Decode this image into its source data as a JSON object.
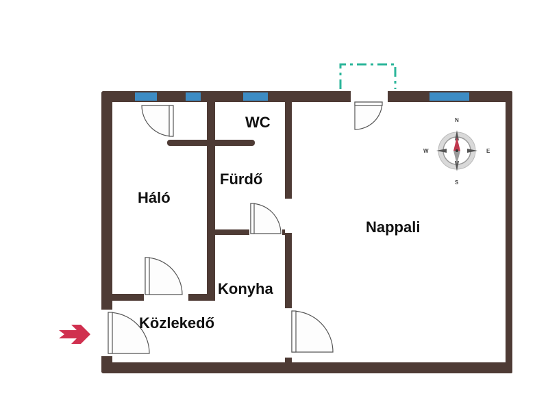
{
  "colors": {
    "wall": "#4e3b35",
    "window": "#3d8cc4",
    "door_leaf": "#ffffff",
    "door_outline": "#555555",
    "balcony": "#2bb59a",
    "entry_arrow": "#d0304f",
    "compass_needle": "#c0384e"
  },
  "rooms": {
    "halo": "Háló",
    "wc": "WC",
    "furdo": "Fürdő",
    "nappali": "Nappali",
    "konyha": "Konyha",
    "kozlekedo": "Közlekedő"
  },
  "compass": {
    "n": "N",
    "s": "S",
    "e": "E",
    "w": "W",
    "icon": "compass-rose-icon"
  },
  "entry": {
    "icon": "entry-arrow-icon"
  }
}
